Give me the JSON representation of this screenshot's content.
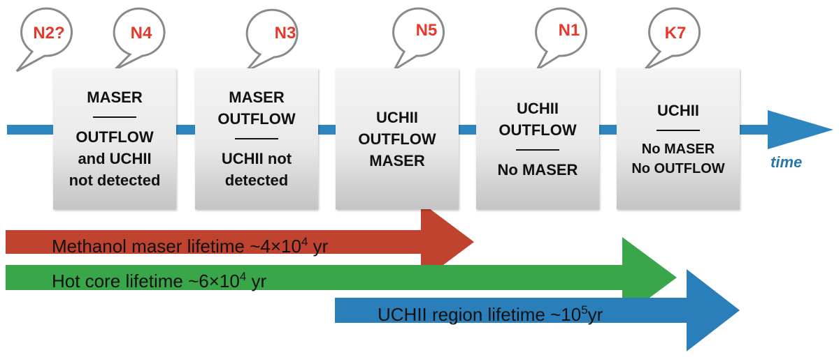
{
  "colors": {
    "timeline": "#2e86c1",
    "maser_bar": "#c0432f",
    "hotcore_bar": "#3aa64a",
    "uchii_bar": "#2a7fba",
    "bubble_label": "#e8382a"
  },
  "timeline": {
    "axis_label": "time"
  },
  "bubbles": [
    {
      "label": "N2?"
    },
    {
      "label": "N4"
    },
    {
      "label": "N3"
    },
    {
      "label": "N5"
    },
    {
      "label": "N1"
    },
    {
      "label": "K7"
    }
  ],
  "stages": [
    {
      "top": [
        "MASER"
      ],
      "bottom": [
        "OUTFLOW",
        "and UCHII",
        "not detected"
      ]
    },
    {
      "top": [
        "MASER",
        "OUTFLOW"
      ],
      "bottom": [
        "UCHII not",
        "detected"
      ]
    },
    {
      "top": [
        "UCHII",
        "OUTFLOW",
        "MASER"
      ],
      "bottom": []
    },
    {
      "top": [
        "UCHII",
        "OUTFLOW"
      ],
      "bottom": [
        "No MASER"
      ]
    },
    {
      "top": [
        "UCHII"
      ],
      "bottom": [
        "No MASER",
        "No OUTFLOW"
      ]
    }
  ],
  "lifetimes": [
    {
      "text": "Methanol maser lifetime ~4×10",
      "exp": "4",
      "unit": " yr"
    },
    {
      "text": "Hot core lifetime ~6×10",
      "exp": "4",
      "unit": " yr"
    },
    {
      "text": "UCHII region lifetime ~10",
      "exp": "5",
      "unit": "yr"
    }
  ]
}
